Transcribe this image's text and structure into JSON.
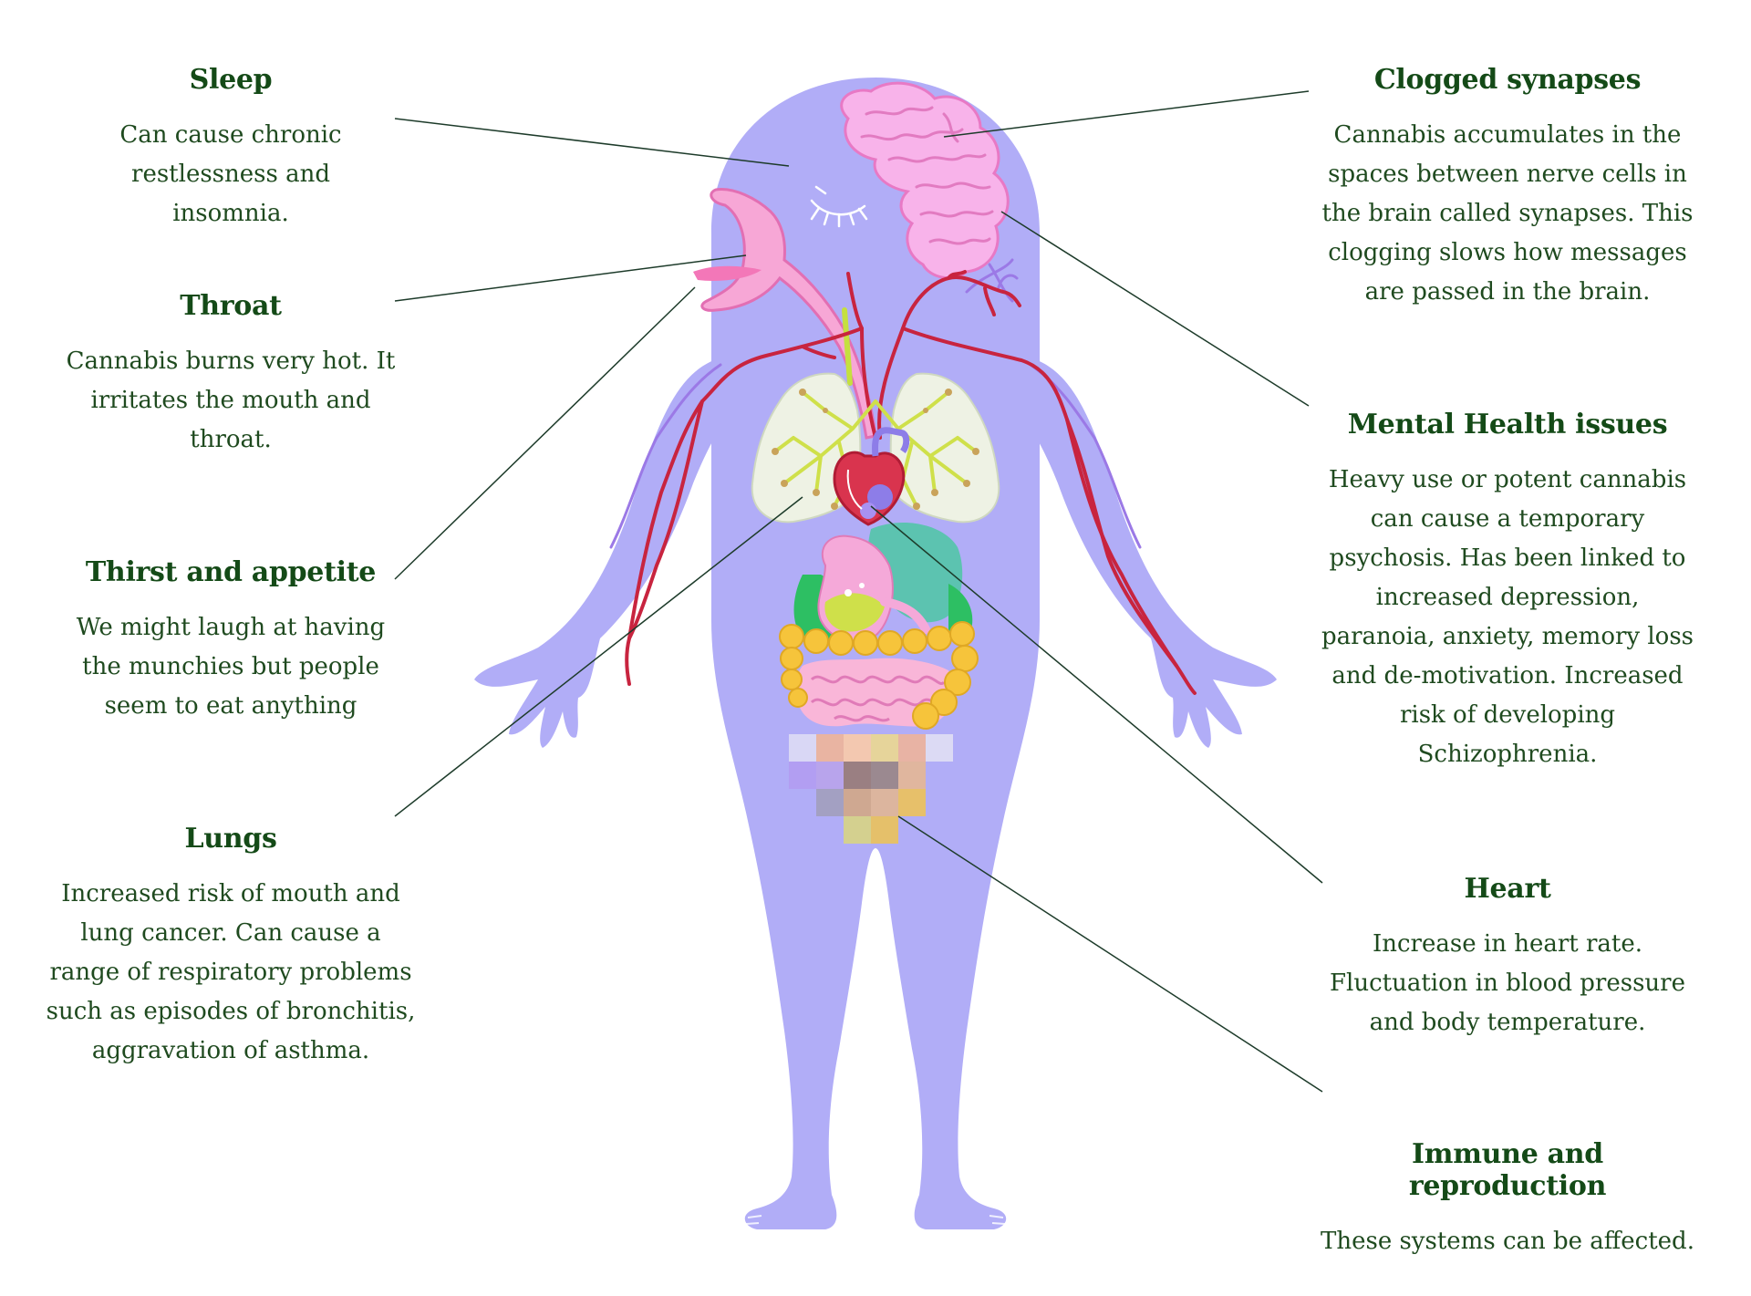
{
  "colors": {
    "body": "#b1adf7",
    "text_heading": "#144a17",
    "text_body": "#1f4a1f",
    "leader_line": "#1d3b2a",
    "brain": "#f8b3ea",
    "artery": "#c8243f",
    "lungs": "#eef2e4",
    "bronchi": "#cfe04a",
    "stomach": "#f5a9d9",
    "liver": "#5cc3b0",
    "gallbladder": "#2dbf63",
    "colon": "#f6c43b",
    "intestines": "#f9b6d8"
  },
  "callouts": {
    "sleep": {
      "title": "Sleep",
      "text": "Can cause chronic restlessness and insomnia."
    },
    "throat": {
      "title": "Throat",
      "text": "Cannabis burns very hot. It irritates the mouth and throat."
    },
    "thirst": {
      "title": "Thirst and appetite",
      "text": "We might laugh at having the munchies but people seem to eat anything"
    },
    "lungs": {
      "title": "Lungs",
      "text": "Increased risk of mouth and lung cancer. Can cause a range of respiratory problems such as episodes of bronchitis, aggravation of asthma."
    },
    "synapses": {
      "title": "Clogged synapses",
      "text": "Cannabis accumulates in the spaces between nerve cells in the brain called synapses. This clogging slows how messages are passed in the brain."
    },
    "mental": {
      "title": "Mental Health issues",
      "text": "Heavy use or potent cannabis can cause a temporary psychosis. Has been linked to increased depression, paranoia, anxiety, memory loss and de-motivation. Increased risk of developing Schizophrenia."
    },
    "heart": {
      "title": "Heart",
      "text": "Increase in heart rate. Fluctuation in blood pressure and body temperature."
    },
    "immune": {
      "title": "Immune and reproduction",
      "text": "These systems can be affected."
    }
  }
}
